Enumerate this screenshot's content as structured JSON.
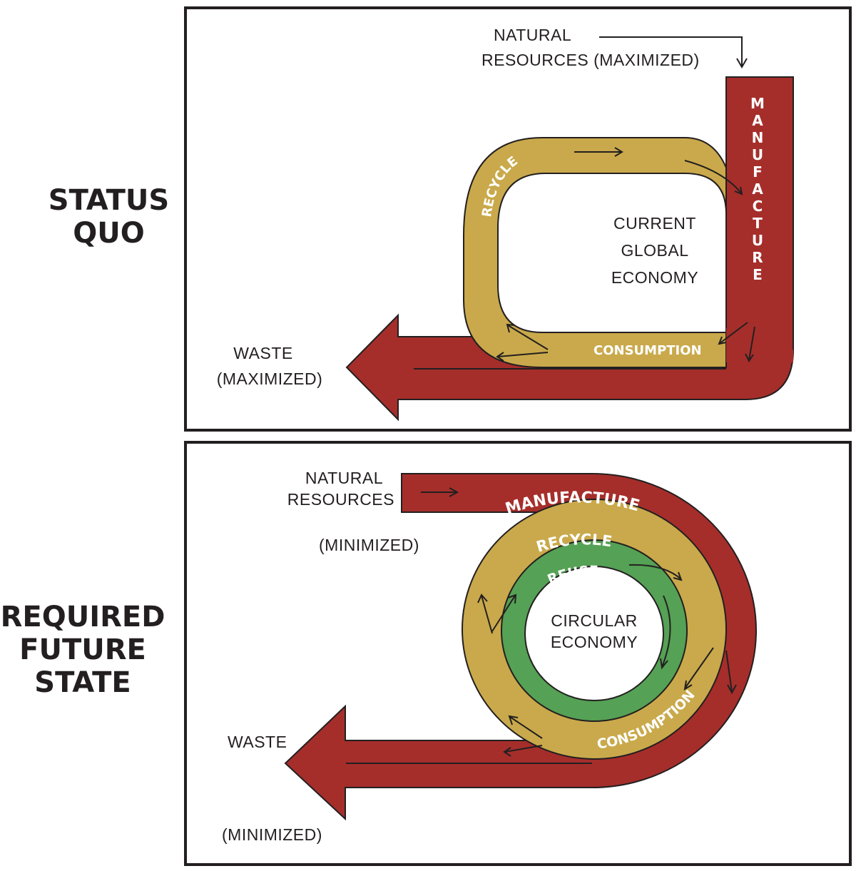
{
  "colors": {
    "manufacture_red": "#a52e2b",
    "recycle_gold": "#c9a94b",
    "reuse_green": "#55a155",
    "outline": "#231f20"
  },
  "status_quo": {
    "title_lines": [
      "STATUS",
      "QUO"
    ],
    "natural_resources_lines": [
      "NATURAL",
      "RESOURCES (MAXIMIZED)"
    ],
    "manufacture_letters": [
      "M",
      "A",
      "N",
      "U",
      "F",
      "A",
      "C",
      "T",
      "U",
      "R",
      "E"
    ],
    "recycle": "RECYCLE",
    "consumption": "CONSUMPTION",
    "center_lines": [
      "CURRENT",
      "GLOBAL",
      "ECONOMY"
    ],
    "waste_lines": [
      "WASTE",
      "(MAXIMIZED)"
    ]
  },
  "future": {
    "title_lines": [
      "REQUIRED",
      "FUTURE",
      "STATE"
    ],
    "natural_resources_lines": [
      "NATURAL",
      "RESOURCES"
    ],
    "natural_resources_qualifier": "(MINIMIZED)",
    "manufacture": "MANUFACTURE",
    "recycle": "RECYCLE",
    "reuse": "REUSE",
    "consumption": "CONSUMPTION",
    "center_lines": [
      "CIRCULAR",
      "ECONOMY"
    ],
    "waste": "WASTE",
    "waste_qualifier": "(MINIMIZED)"
  }
}
